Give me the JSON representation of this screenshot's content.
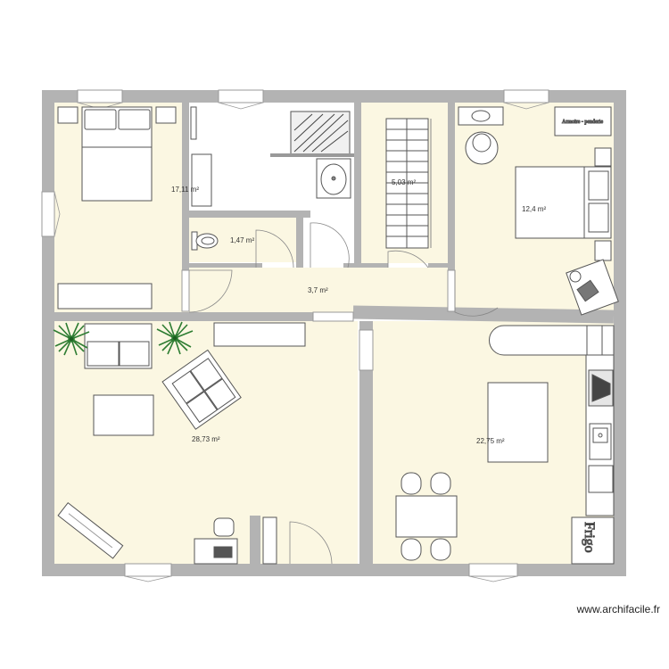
{
  "rooms": {
    "bedroom_1": "17,11 m²",
    "wc": "1,47 m²",
    "stairs": "5,03 m²",
    "bedroom_2": "12,4 m²",
    "hallway": "3,7 m²",
    "living": "28,73 m²",
    "kitchen": "22,75 m²"
  },
  "labels": {
    "wardrobe": "Armoire - penderie",
    "fridge": "Frigo"
  },
  "watermark": "www.archifacile.fr",
  "colors": {
    "wall": "#b3b3b3",
    "floor": "#fbf7e2",
    "wet_floor": "#ffffff"
  }
}
